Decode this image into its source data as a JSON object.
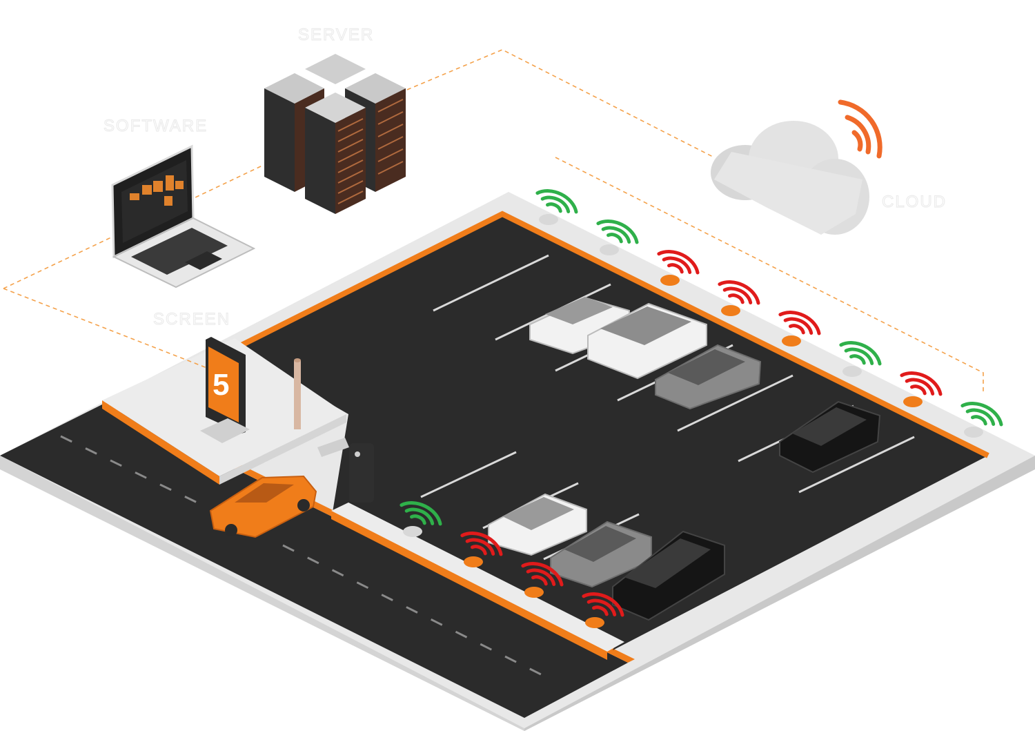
{
  "labels": {
    "server": "SERVER",
    "software": "SOFTWARE",
    "screen": "SCREEN",
    "cloud": "CLOUD"
  },
  "screen_display": "5",
  "colors": {
    "asphalt": "#2b2b2b",
    "curb": "#e6e6e6",
    "accent_orange": "#f07d1a",
    "signal_free": "#2fb04a",
    "signal_occupied": "#e01b1b",
    "cloud_signal": "#f06a2a",
    "link_line": "#f4a14a"
  },
  "sensors": {
    "top_row": [
      "free",
      "free",
      "occupied",
      "occupied",
      "occupied",
      "free",
      "occupied",
      "free"
    ],
    "bottom_row": [
      "free",
      "occupied",
      "occupied",
      "occupied"
    ]
  }
}
